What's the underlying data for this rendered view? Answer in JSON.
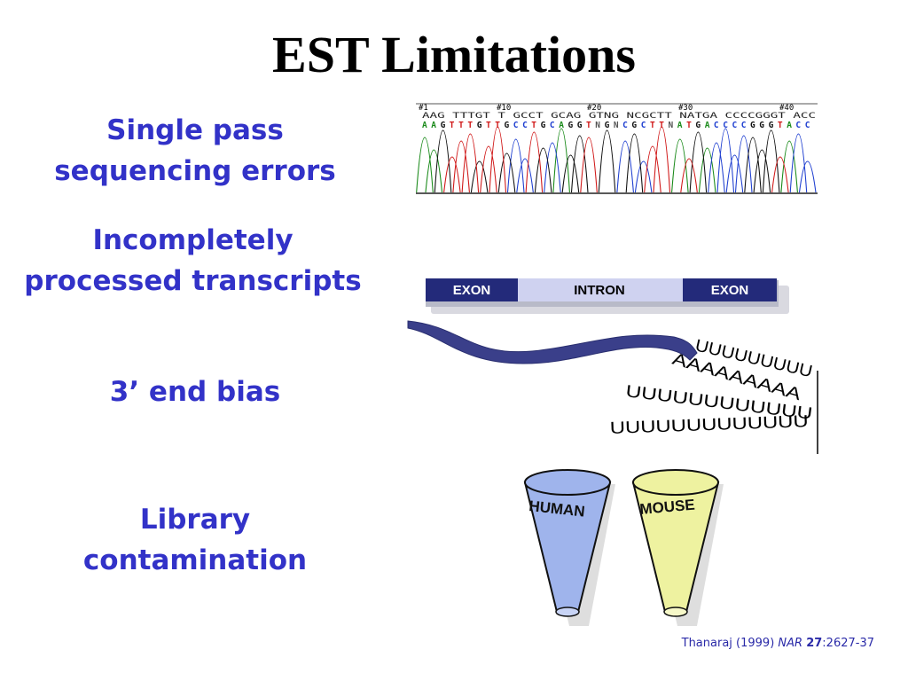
{
  "title": "EST Limitations",
  "bullets": [
    {
      "lines": [
        "Single pass",
        "sequencing errors"
      ]
    },
    {
      "lines": [
        "Incompletely",
        "processed transcripts"
      ]
    },
    {
      "lines": [
        "3’ end bias"
      ]
    },
    {
      "lines": [
        "Library",
        "contamination"
      ]
    }
  ],
  "chromatogram": {
    "positions": [
      "#1",
      "#10",
      "#20",
      "#30",
      "#40"
    ],
    "called_seq": "AAG TTTGT T GCCT GCAG GTNG NCGCTT NATGA CCCCGGGT ACC",
    "base_seq": "AAGTTTGTTGCCTGCAGGTNGNCGCTTNATGACCCCGGGTACC"
  },
  "gene": {
    "exon_left": "EXON",
    "intron": "INTRON",
    "exon_right": "EXON",
    "polyU_1": "UUUUUUUUU",
    "polyA": "AAAAAAAAA",
    "polyU_2": "UUUUUUUUUUUU",
    "polyU_3": "UUUUUUUUUUUUU"
  },
  "library": {
    "cup_left": "HUMAN",
    "cup_right": "MOUSE"
  },
  "citation": {
    "author": "Thanaraj (1999)",
    "journal": "NAR",
    "volume": "27",
    "pages": ":2627-37"
  },
  "colors": {
    "bullet_text": "#3232c8",
    "base_A": "#1a8a1a",
    "base_C": "#1f3fd0",
    "base_G": "#111111",
    "base_T": "#d01818",
    "exon": "#232a7a",
    "intron": "#cfd2f0",
    "human_cup": "#9fb4ec",
    "mouse_cup": "#eef2a0"
  }
}
